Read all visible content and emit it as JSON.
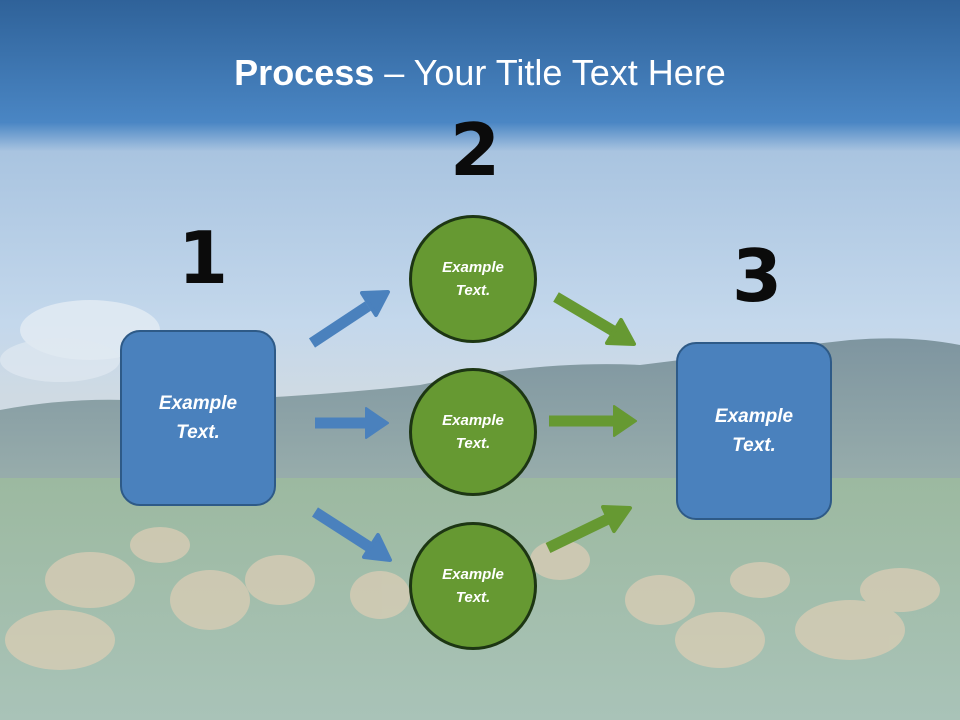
{
  "title": {
    "bold": "Process",
    "rest": " – Your Title Text Here"
  },
  "steps": {
    "one": "1",
    "two": "2",
    "three": "3"
  },
  "nodes": {
    "left": "Example\nText.",
    "circle_top": "Example\nText.",
    "circle_middle": "Example\nText.",
    "circle_bottom": "Example\nText.",
    "right": "Example\nText."
  },
  "colors": {
    "box_fill": "#4a81bd",
    "circle_fill": "#669932",
    "blue_arrow": "#4a81bd",
    "green_arrow": "#669932"
  }
}
